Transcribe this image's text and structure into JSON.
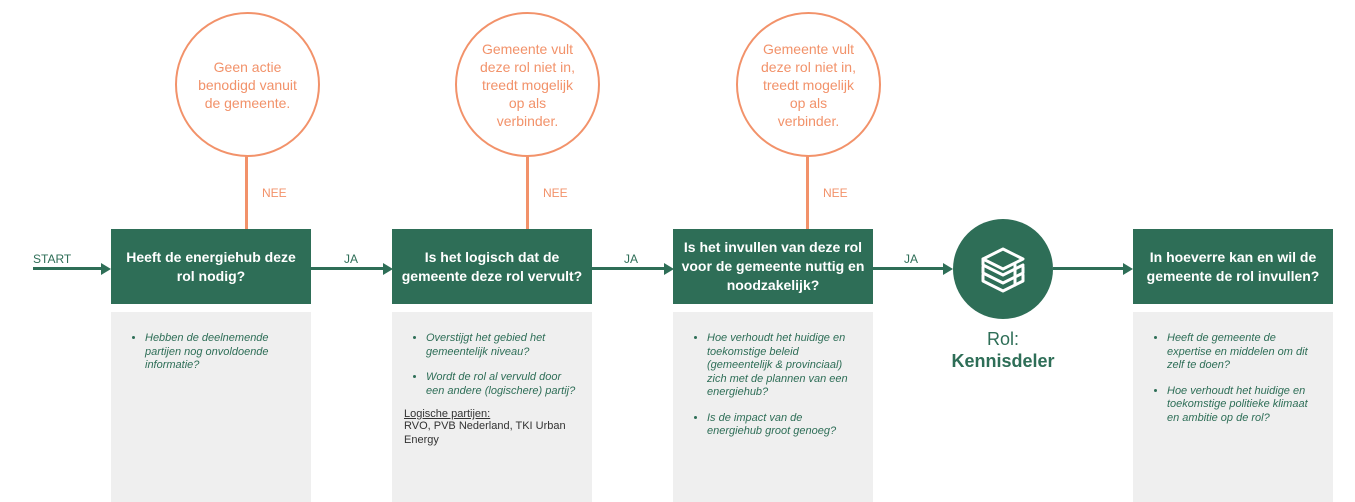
{
  "start_label": "START",
  "colors": {
    "primary": "#2E6E57",
    "accent": "#F2926A",
    "panel": "#EFEFEF"
  },
  "steps": [
    {
      "question": "Heeft de energiehub deze rol nodig?",
      "no_label": "NEE",
      "no_outcome": "Geen actie benodigd vanuit de gemeente.",
      "yes_label": "JA",
      "bullets": [
        "Hebben de deelnemende partijen nog onvoldoende informatie?"
      ]
    },
    {
      "question": "Is het logisch dat de gemeente deze rol vervult?",
      "no_label": "NEE",
      "no_outcome": "Gemeente vult deze rol niet in, treedt mogelijk op als verbinder.",
      "yes_label": "JA",
      "bullets": [
        "Overstijgt het gebied het gemeentelijk niveau?",
        "Wordt de rol al vervuld door een andere (logischere) partij?"
      ],
      "extra_title": "Logische partijen:",
      "extra_text": "RVO, PVB Nederland, TKI Urban Energy"
    },
    {
      "question": "Is het invullen van deze rol voor de gemeente nuttig en noodzakelijk?",
      "no_label": "NEE",
      "no_outcome": "Gemeente vult deze rol niet in, treedt mogelijk op als verbinder.",
      "yes_label": "JA",
      "bullets": [
        "Hoe verhoudt het huidige en toekomstige beleid (gemeentelijk & provinciaal) zich met de plannen van een energiehub?",
        "Is de impact van de energiehub groot genoeg?"
      ]
    }
  ],
  "role": {
    "prefix": "Rol:",
    "name": "Kennisdeler",
    "icon": "books-icon"
  },
  "final": {
    "question": "In hoeverre kan en wil de gemeente de rol invullen?",
    "bullets": [
      "Heeft de gemeente de expertise en middelen om dit zelf te doen?",
      "Hoe verhoudt het huidige en toekomstige politieke klimaat en ambitie op de rol?"
    ]
  }
}
